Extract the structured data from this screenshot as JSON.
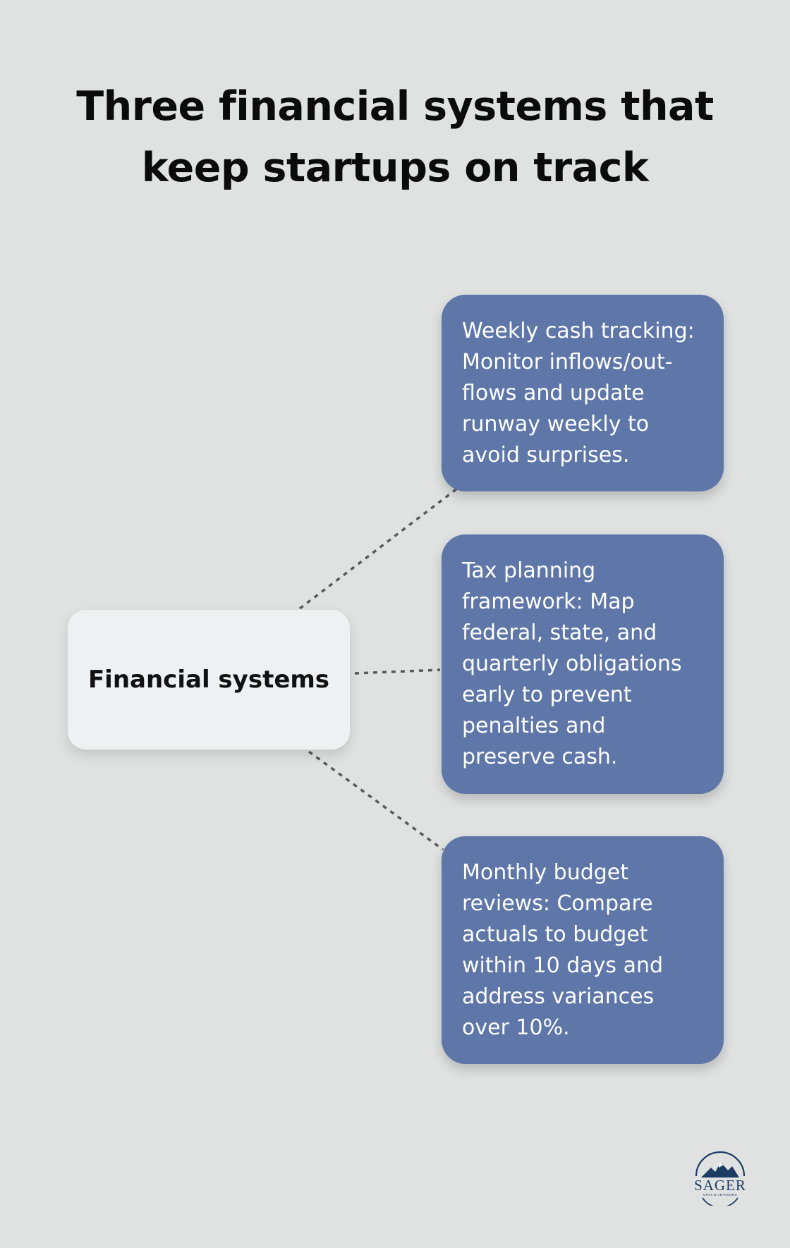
{
  "title": "Three financial systems that keep startups on track",
  "center": {
    "label": "Financial systems"
  },
  "branches": [
    {
      "text": "Weekly cash tracking: Monitor inflows/out-flows and update runway weekly to avoid surprises."
    },
    {
      "text": "Tax planning framework: Map federal, state, and quarterly obligations early to prevent penalties and preserve cash."
    },
    {
      "text": "Monthly budget reviews: Compare actuals to budget within 10 days and address variances over 10%."
    }
  ],
  "logo": {
    "name": "SAGER",
    "tagline": "CPAs & ADVISORS"
  },
  "colors": {
    "background": "#e0e2e2",
    "card": "#5e76a8",
    "center_node": "#eff0f2",
    "connector": "#5a5a5a",
    "logo_navy": "#1d3c63"
  }
}
